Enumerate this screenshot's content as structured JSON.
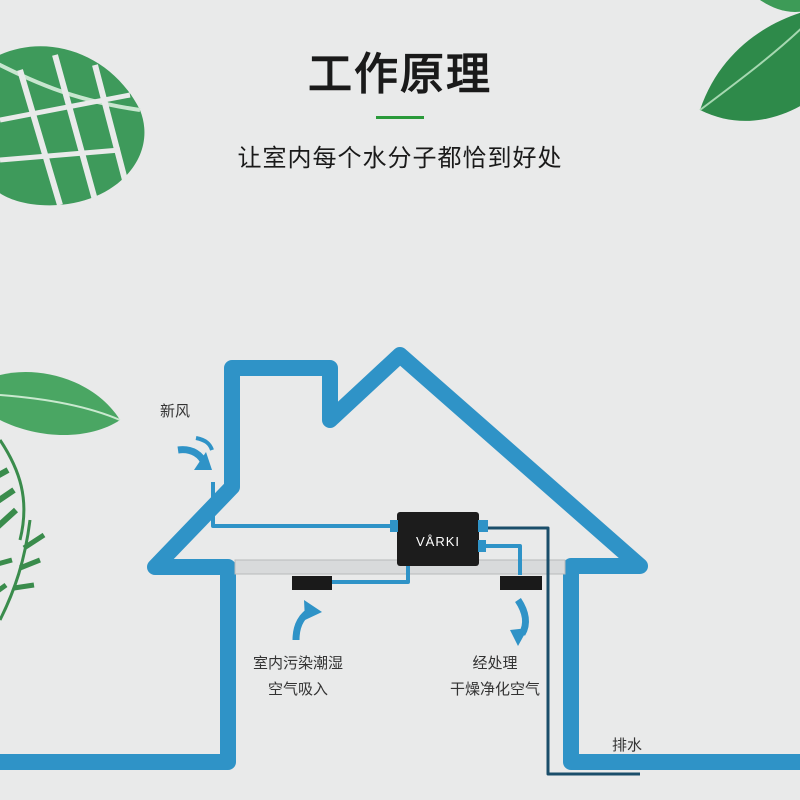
{
  "header": {
    "title": "工作原理",
    "subtitle": "让室内每个水分子都恰到好处"
  },
  "diagram": {
    "device_brand": "VÅRKI",
    "labels": {
      "fresh_air": "新风",
      "intake_line1": "室内污染潮湿",
      "intake_line2": "空气吸入",
      "output_line1": "经处理",
      "output_line2": "干燥净化空气",
      "drain": "排水"
    }
  },
  "colors": {
    "background": "#e9eaea",
    "house_outline": "#2f93c7",
    "pipe": "#2f93c7",
    "device": "#1c1c1c",
    "leaf_dark": "#2e8a4a",
    "leaf_light": "#5fb874",
    "accent_rule": "#2a9a3a"
  }
}
